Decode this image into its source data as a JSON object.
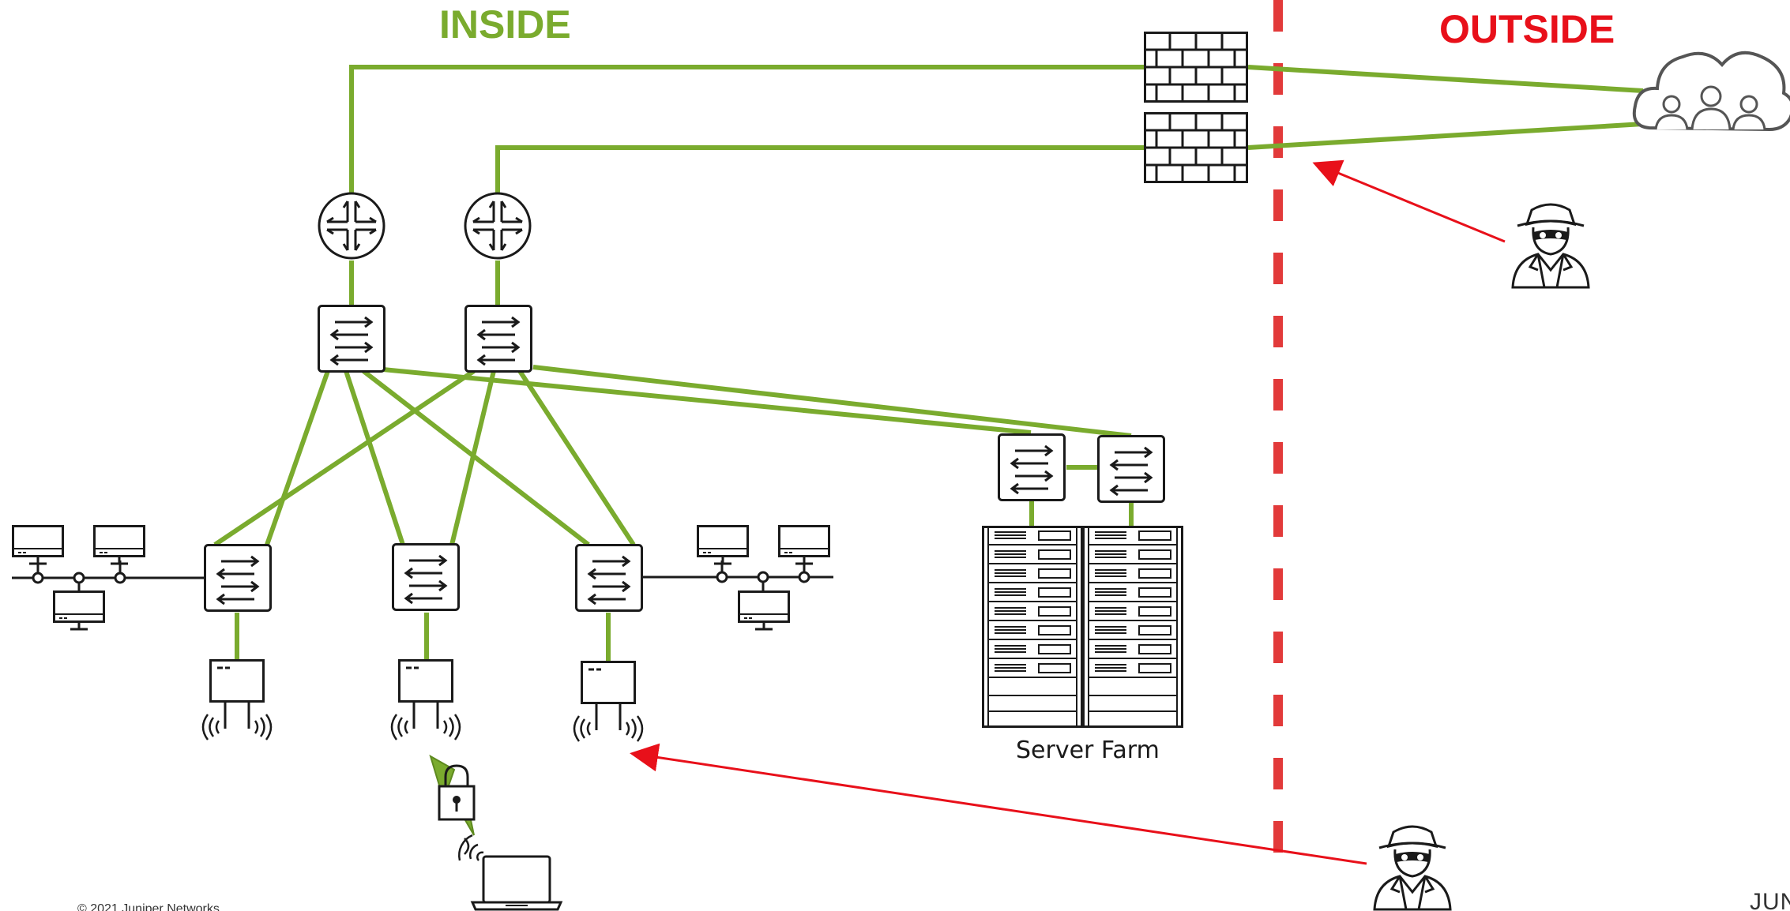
{
  "labels": {
    "inside": "INSIDE",
    "outside": "OUTSIDE",
    "server_farm": "Server Farm",
    "copyright": "© 2021 Juniper Networks",
    "brand": "JUNI"
  },
  "colors": {
    "inside_green": "#7aab2e",
    "outside_red": "#e8101a",
    "boundary_red": "#e23a3a",
    "device_stroke": "#1a1a1a"
  },
  "icons": [
    "firewall-icon",
    "router-icon",
    "switch-icon",
    "access-point-icon",
    "server-rack-icon",
    "computer-icon",
    "laptop-icon",
    "lock-icon",
    "cloud-users-icon",
    "hacker-icon"
  ]
}
